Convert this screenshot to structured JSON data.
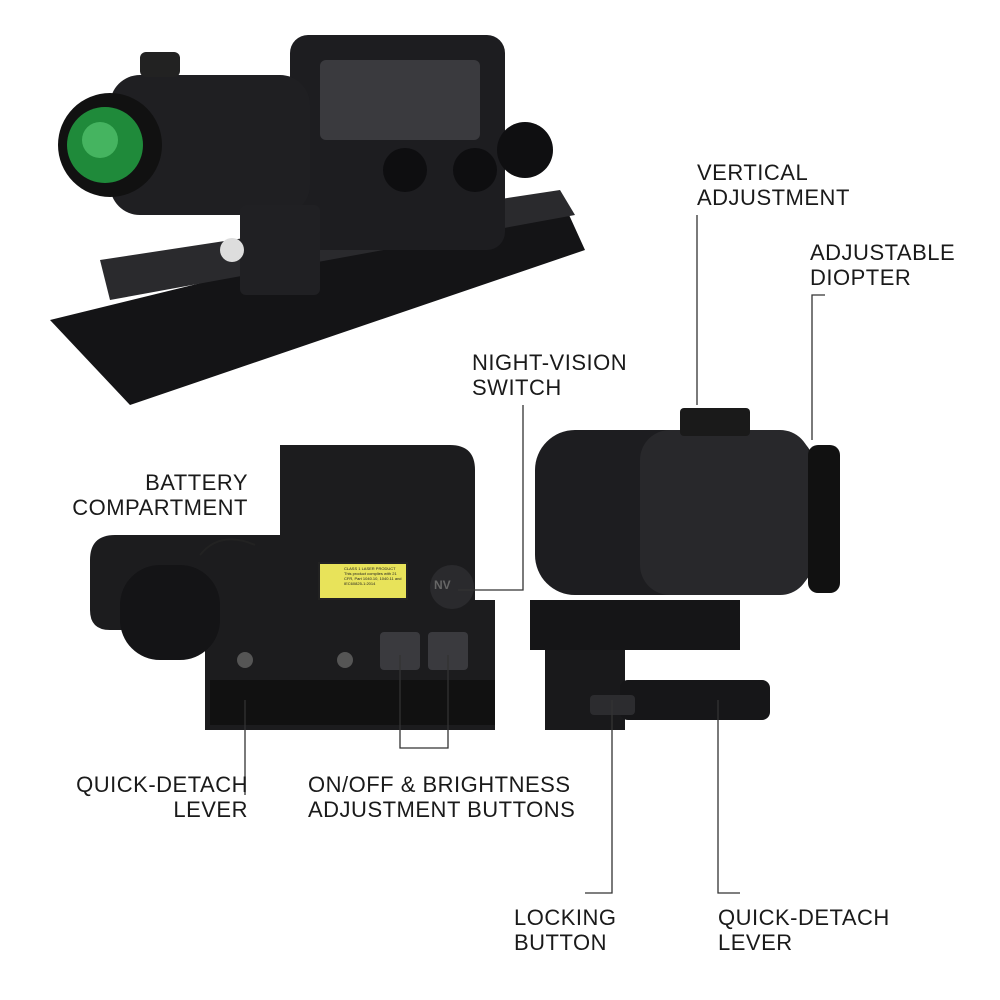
{
  "labels": {
    "vertical_adjustment": [
      "VERTICAL",
      "ADJUSTMENT"
    ],
    "adjustable_diopter": [
      "ADJUSTABLE",
      "DIOPTER"
    ],
    "night_vision_switch": [
      "NIGHT-VISION",
      "SWITCH"
    ],
    "battery_compartment": [
      "BATTERY",
      "COMPARTMENT"
    ],
    "quick_detach_lever_left": [
      "QUICK-DETACH",
      "LEVER"
    ],
    "buttons": [
      "ON/OFF & BRIGHTNESS",
      "ADJUSTMENT BUTTONS"
    ],
    "locking_button": [
      "LOCKING",
      "BUTTON"
    ],
    "quick_detach_lever_right": [
      "QUICK-DETACH",
      "LEVER"
    ]
  },
  "product_markings": {
    "laser_label": "CLASS 1 LASER PRODUCT This product complies with 21 CFR, Part 1040.10, 1040.11 and IEC60825-1:2014",
    "nv_button": "NV"
  },
  "colors": {
    "body": "#1c1c1e",
    "lens": "#1f8a3a",
    "label": "#e8e35a"
  }
}
